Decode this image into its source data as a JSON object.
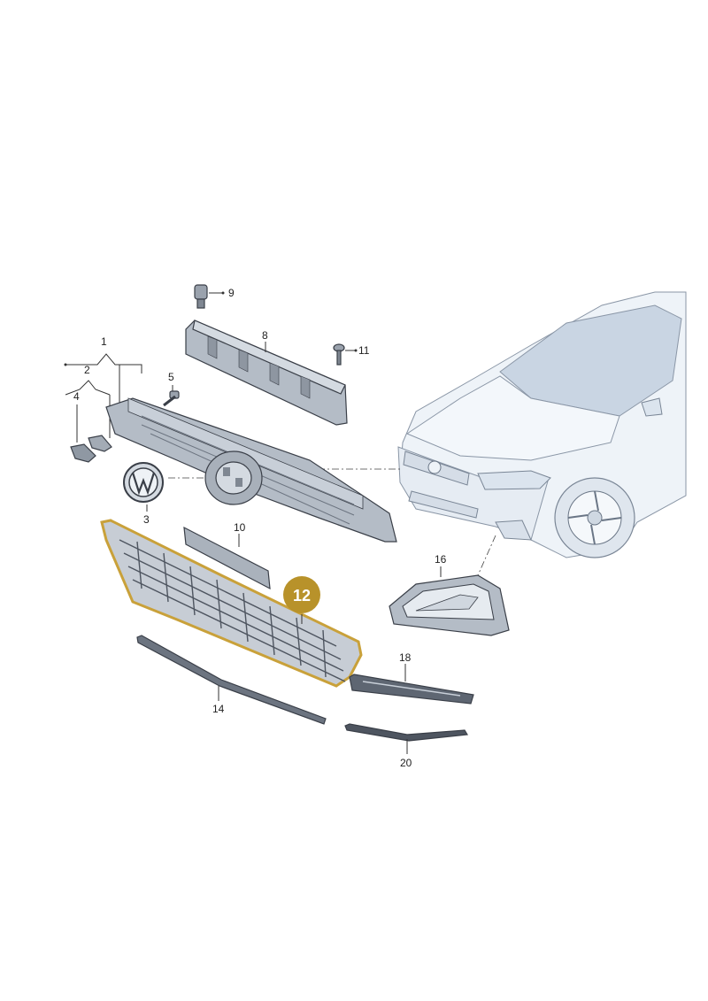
{
  "diagram": {
    "highlight_color": "#c9a13a",
    "badge_color": "#b8922a",
    "part_fill": "#b4bcc6",
    "part_dark": "#6c7480",
    "callouts": {
      "c1": "1",
      "c2": "2",
      "c3": "3",
      "c4": "4",
      "c5": "5",
      "c8": "8",
      "c9": "9",
      "c10": "10",
      "c11": "11",
      "c14": "14",
      "c16": "16",
      "c18": "18",
      "c20": "20"
    },
    "selected_part": "12",
    "icons": [
      "vw-logo-icon"
    ]
  }
}
